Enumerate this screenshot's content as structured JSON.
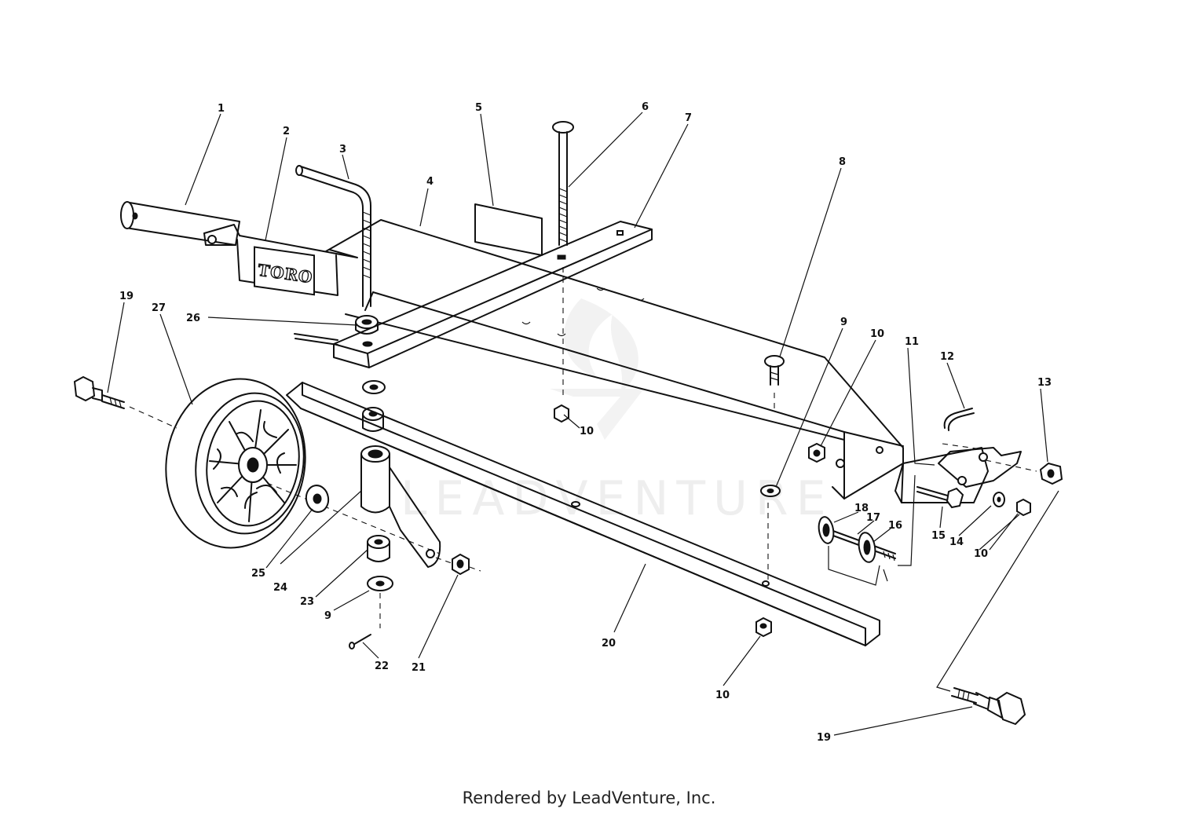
{
  "diagram": {
    "brand_label": "TORO",
    "watermark": "LEADVENTURE",
    "callouts": [
      {
        "id": "c1",
        "label": "1"
      },
      {
        "id": "c2",
        "label": "2"
      },
      {
        "id": "c3",
        "label": "3"
      },
      {
        "id": "c4",
        "label": "4"
      },
      {
        "id": "c5",
        "label": "5"
      },
      {
        "id": "c6",
        "label": "6"
      },
      {
        "id": "c7",
        "label": "7"
      },
      {
        "id": "c8",
        "label": "8"
      },
      {
        "id": "c9a",
        "label": "9"
      },
      {
        "id": "c9b",
        "label": "9"
      },
      {
        "id": "c10a",
        "label": "10"
      },
      {
        "id": "c10b",
        "label": "10"
      },
      {
        "id": "c10c",
        "label": "10"
      },
      {
        "id": "c10d",
        "label": "10"
      },
      {
        "id": "c11",
        "label": "11"
      },
      {
        "id": "c12",
        "label": "12"
      },
      {
        "id": "c13",
        "label": "13"
      },
      {
        "id": "c14",
        "label": "14"
      },
      {
        "id": "c15",
        "label": "15"
      },
      {
        "id": "c16",
        "label": "16"
      },
      {
        "id": "c17",
        "label": "17"
      },
      {
        "id": "c18",
        "label": "18"
      },
      {
        "id": "c19a",
        "label": "19"
      },
      {
        "id": "c19b",
        "label": "19"
      },
      {
        "id": "c20",
        "label": "20"
      },
      {
        "id": "c21",
        "label": "21"
      },
      {
        "id": "c22",
        "label": "22"
      },
      {
        "id": "c23",
        "label": "23"
      },
      {
        "id": "c24",
        "label": "24"
      },
      {
        "id": "c25",
        "label": "25"
      },
      {
        "id": "c26",
        "label": "26"
      },
      {
        "id": "c27",
        "label": "27"
      }
    ]
  },
  "footer": {
    "text": "Rendered by LeadVenture, Inc."
  }
}
